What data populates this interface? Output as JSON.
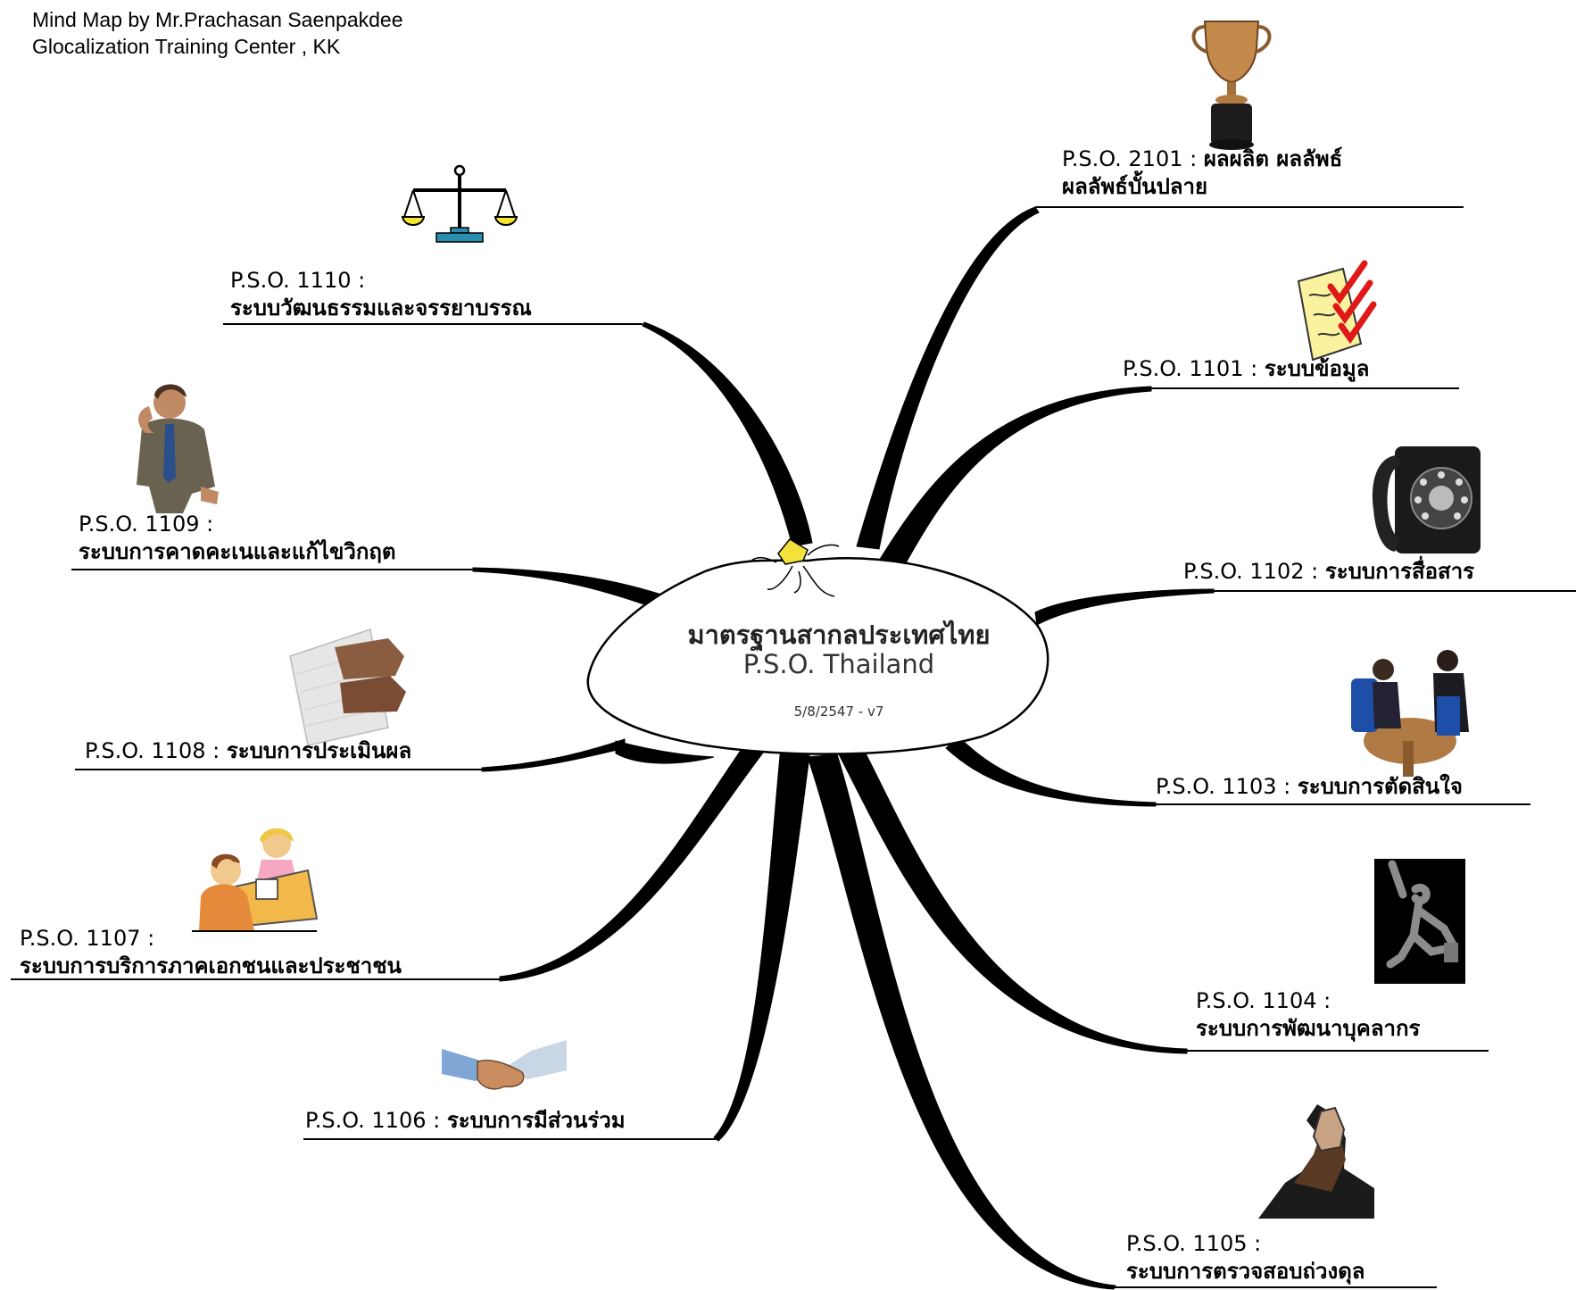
{
  "credit": {
    "line1": "Mind Map by Mr.Prachasan Saenpakdee",
    "line2": "Glocalization Training Center , KK"
  },
  "center": {
    "title": "มาตรฐานสากลประเทศไทย",
    "subtitle": "P.S.O. Thailand",
    "version": "5/8/2547 - v7"
  },
  "branches": [
    {
      "id": "2101",
      "code": "P.S.O. 2101 : ",
      "name_line1": "ผลผลิต ผลลัพธ์",
      "name_line2": "ผลลัพธ์บั้นปลาย",
      "icon": "trophy-icon"
    },
    {
      "id": "1101",
      "code": "P.S.O. 1101 : ",
      "name": "ระบบข้อมูล",
      "icon": "checklist-icon"
    },
    {
      "id": "1102",
      "code": "P.S.O. 1102 : ",
      "name": "ระบบการสื่อสาร",
      "icon": "telephone-icon"
    },
    {
      "id": "1103",
      "code": "P.S.O. 1103 : ",
      "name": "ระบบการตัดสินใจ",
      "icon": "meeting-icon"
    },
    {
      "id": "1104",
      "code": "P.S.O. 1104 :",
      "name": "ระบบการพัฒนาบุคลากร",
      "icon": "jumping-man-icon"
    },
    {
      "id": "1105",
      "code": "P.S.O. 1105 :",
      "name": "ระบบการตรวจสอบถ่วงดุล",
      "icon": "arm-wrestling-icon"
    },
    {
      "id": "1106",
      "code": "P.S.O. 1106 : ",
      "name": "ระบบการมีส่วนร่วม",
      "icon": "handshake-icon"
    },
    {
      "id": "1107",
      "code": "P.S.O. 1107 :",
      "name": "ระบบการบริการภาคเอกชนและประชาชน",
      "icon": "service-desk-icon"
    },
    {
      "id": "1108",
      "code": "P.S.O. 1108 : ",
      "name": "ระบบการประเมินผล",
      "icon": "keyboard-hands-icon"
    },
    {
      "id": "1109",
      "code": "P.S.O. 1109 :",
      "name": "ระบบการคาดคะเนและแก้ไขวิกฤต",
      "icon": "phone-man-icon"
    },
    {
      "id": "1110",
      "code": "P.S.O. 1110 :",
      "name": "ระบบวัฒนธรรมและจรรยาบรรณ",
      "icon": "scales-icon"
    }
  ],
  "colors": {
    "line": "#000000",
    "background": "#ffffff"
  }
}
